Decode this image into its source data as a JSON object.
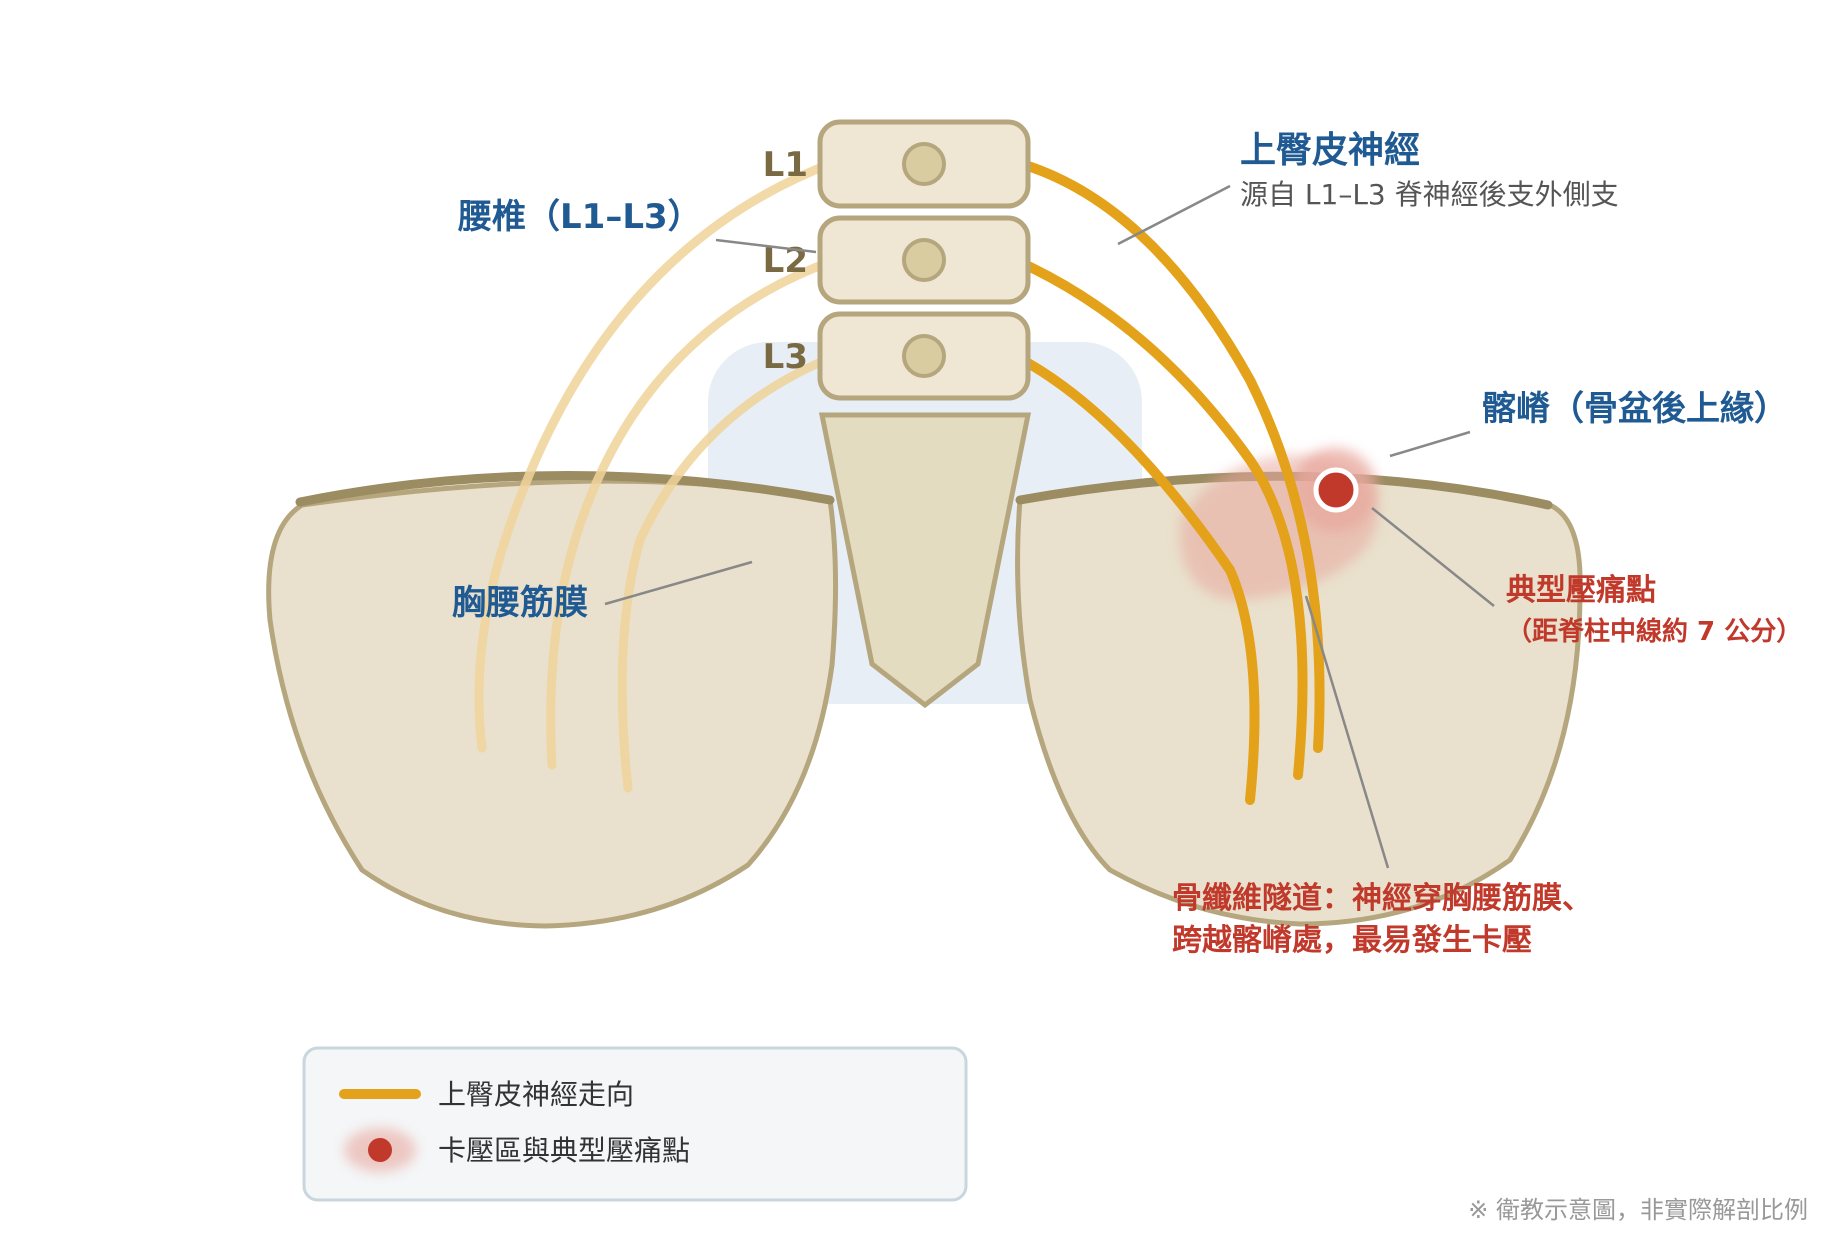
{
  "vertebrae": [
    {
      "label": "L1"
    },
    {
      "label": "L2"
    },
    {
      "label": "L3"
    }
  ],
  "labels": {
    "lumbar_vertebrae": "腰椎（L1–L3）",
    "nerve_title": "上臀皮神經",
    "nerve_origin": "源自 L1–L3 脊神經後支外側支",
    "iliac_crest": "髂嵴（骨盆後上緣）",
    "fascia": "胸腰筋膜",
    "tender_point": "典型壓痛點",
    "tender_point_distance": "（距脊柱中線約 7 公分）",
    "tunnel_line1": "骨纖維隧道：神經穿胸腰筋膜、",
    "tunnel_line2": "跨越髂嵴處，最易發生卡壓"
  },
  "legend": {
    "items": [
      {
        "label": "上臀皮神經走向",
        "icon": "nerve-line-swatch"
      },
      {
        "label": "卡壓區與典型壓痛點",
        "icon": "compression-dot-swatch"
      }
    ]
  },
  "footnote": "※ 衛教示意圖，非實際解剖比例",
  "colors": {
    "nerve": "#e3a21a",
    "nerve_faded": "#f0d49a",
    "bone_fill": "#e9e1cd",
    "bone_stroke": "#b5a67e",
    "crest_stroke": "#9c8c62",
    "vertebra_fill": "#efe6d3",
    "disc_fill": "#d9ccA0",
    "compression": "#c0392b",
    "compression_halo": "#e8a89e",
    "title_blue": "#1f5a93",
    "title_red": "#c0392b",
    "back_panel": "#e8eef6"
  }
}
